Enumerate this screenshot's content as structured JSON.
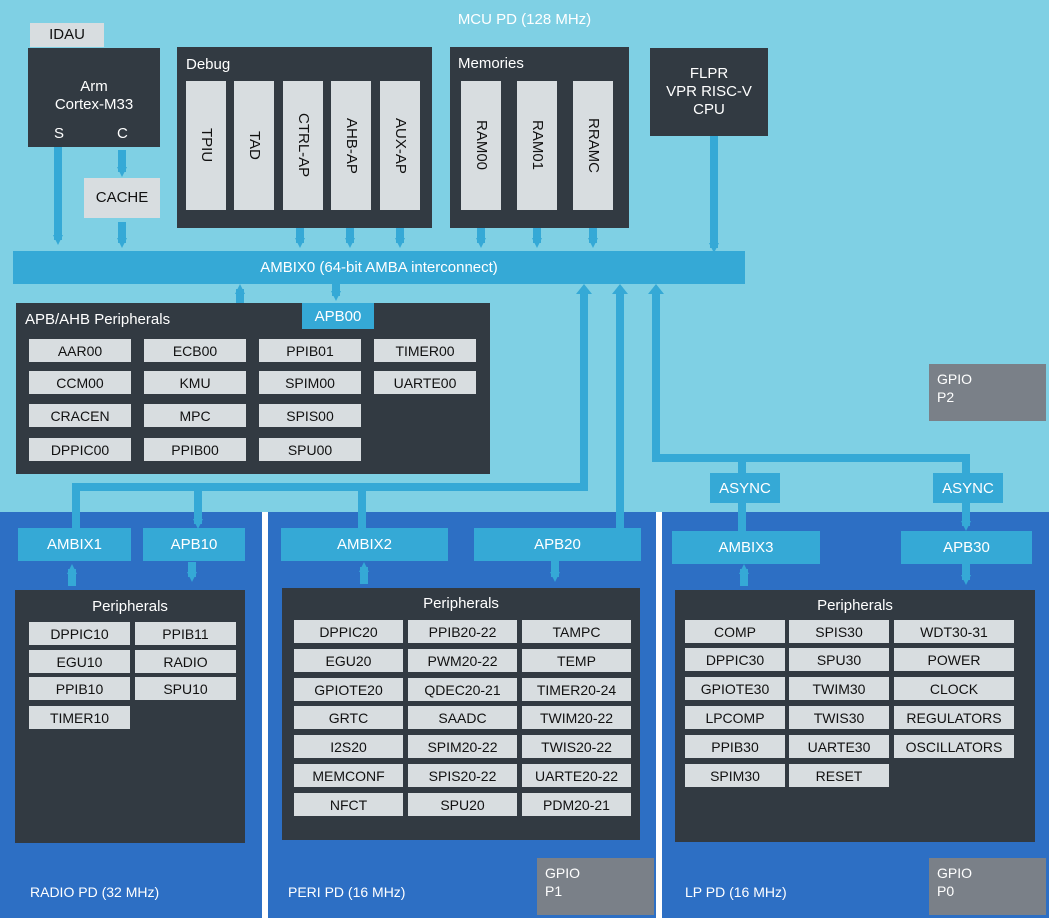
{
  "mcu": {
    "title": "MCU PD (128 MHz)",
    "idau": "IDAU",
    "cpu": {
      "line1": "Arm",
      "line2": "Cortex-M33",
      "port_s": "S",
      "port_c": "C"
    },
    "cache": "CACHE",
    "debug": {
      "title": "Debug",
      "items": [
        "TPIU",
        "TAD",
        "CTRL-AP",
        "AHB-AP",
        "AUX-AP"
      ]
    },
    "memories": {
      "title": "Memories",
      "items": [
        "RAM00",
        "RAM01",
        "RRAMC"
      ]
    },
    "flpr": {
      "line1": "FLPR",
      "line2": "VPR RISC-V",
      "line3": "CPU"
    },
    "ambix0": "AMBIX0 (64-bit AMBA interconnect)",
    "apb_ahb": {
      "title": "APB/AHB Peripherals",
      "apb00": "APB00",
      "columns": [
        [
          "AAR00",
          "CCM00",
          "CRACEN",
          "DPPIC00"
        ],
        [
          "ECB00",
          "KMU",
          "MPC",
          "PPIB00"
        ],
        [
          "PPIB01",
          "SPIM00",
          "SPIS00",
          "SPU00"
        ],
        [
          "TIMER00",
          "UARTE00"
        ]
      ]
    },
    "gpio_p2": {
      "line1": "GPIO",
      "line2": "P2"
    },
    "async_labels": [
      "ASYNC",
      "ASYNC"
    ]
  },
  "radio": {
    "label": "RADIO PD (32 MHz)",
    "ambix": "AMBIX1",
    "apb": "APB10",
    "peripherals_title": "Peripherals",
    "columns": [
      [
        "DPPIC10",
        "EGU10",
        "PPIB10",
        "TIMER10"
      ],
      [
        "PPIB11",
        "RADIO",
        "SPU10"
      ]
    ]
  },
  "peri": {
    "label": "PERI PD (16 MHz)",
    "ambix": "AMBIX2",
    "apb": "APB20",
    "peripherals_title": "Peripherals",
    "columns": [
      [
        "DPPIC20",
        "EGU20",
        "GPIOTE20",
        "GRTC",
        "I2S20",
        "MEMCONF",
        "NFCT"
      ],
      [
        "PPIB20-22",
        "PWM20-22",
        "QDEC20-21",
        "SAADC",
        "SPIM20-22",
        "SPIS20-22",
        "SPU20"
      ],
      [
        "TAMPC",
        "TEMP",
        "TIMER20-24",
        "TWIM20-22",
        "TWIS20-22",
        "UARTE20-22",
        "PDM20-21"
      ]
    ],
    "gpio": {
      "line1": "GPIO",
      "line2": "P1"
    }
  },
  "lp": {
    "label": "LP PD (16 MHz)",
    "ambix": "AMBIX3",
    "apb": "APB30",
    "peripherals_title": "Peripherals",
    "columns": [
      [
        "COMP",
        "DPPIC30",
        "GPIOTE30",
        "LPCOMP",
        "PPIB30",
        "SPIM30"
      ],
      [
        "SPIS30",
        "SPU30",
        "TWIM30",
        "TWIS30",
        "UARTE30",
        "RESET"
      ],
      [
        "WDT30-31",
        "POWER",
        "CLOCK",
        "REGULATORS",
        "OSCILLATORS"
      ]
    ],
    "gpio": {
      "line1": "GPIO",
      "line2": "P0"
    }
  },
  "colors": {
    "mcu_bg": "#7fd0e4",
    "pd_bg": "#2d6fc4",
    "bus": "#35a9d6",
    "dark": "#323a42",
    "box": "#d8dde0",
    "gpio": "#7a8088"
  }
}
